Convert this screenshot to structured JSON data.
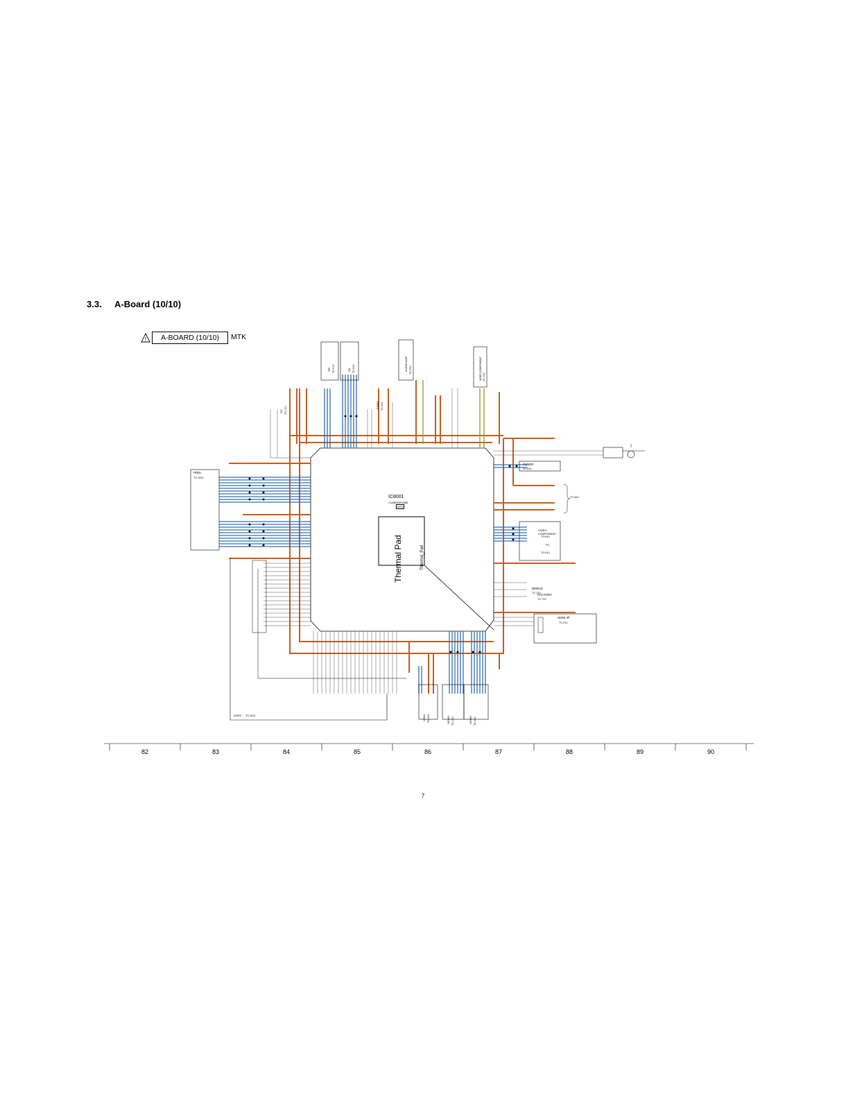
{
  "section": {
    "number": "3.3.",
    "title": "A-Board (10/10)"
  },
  "header": {
    "board_label": "A-BOARD (10/10)",
    "vendor": "MTK"
  },
  "chip": {
    "ref": "IC8001",
    "part": "C1AB00003486",
    "tag": "MTK"
  },
  "thermal_pad": {
    "label": "Thermal Pad",
    "side_label": "Thermal_Pad"
  },
  "blocks": {
    "pdeL": {
      "name": "PDEL",
      "to": "TO 5/10"
    },
    "ddr3": {
      "name": "DDR3",
      "to": "TO 8/14"
    },
    "spi": {
      "name": "SPI",
      "to": "TO 1/10"
    },
    "sd": {
      "name": "SD",
      "to": "TO 6/10"
    },
    "audio_amp": {
      "name": "AUDIO AMP",
      "to": "TO 2/10"
    },
    "video_component_top": {
      "name": "VIDEO COMPONENT",
      "to": "TO 1/10"
    },
    "tuner": {
      "name": "TUNER",
      "to": "TO 8/14"
    },
    "video_component": {
      "name": "VIDEO COMPONENT",
      "to": "TO 6/10"
    },
    "pc": {
      "name": "PC",
      "to": "TO 6/10"
    },
    "hdmi_if": {
      "name": "HDMI I/F",
      "to": "TO 2/10"
    },
    "usb1": {
      "name": "USB1",
      "to": "TO 4/10"
    },
    "hdmi1": {
      "name": "HDMI1",
      "to": "TO 1/10"
    },
    "hdmi2": {
      "name": "HDMI2",
      "to": "TO 2/10"
    },
    "debug": {
      "name": "DEBUG",
      "to": "TO 7/10"
    },
    "factory": {
      "name": "FACTORY",
      "to": "TO 7/10"
    },
    "emmc": {
      "name": "EMMC",
      "to": "TO 4/10"
    },
    "i2c": {
      "name": "I2C",
      "to": "TO 1/10"
    },
    "to_9_14": {
      "name": "",
      "to": "TO 9/14"
    }
  },
  "grid": [
    "82",
    "83",
    "84",
    "85",
    "86",
    "87",
    "88",
    "89",
    "90"
  ],
  "page_number": "7",
  "colors": {
    "power": "#c85a1a",
    "data_bus": "#2e6db3",
    "signal": "#8a9a1e",
    "wire": "#333333",
    "text": "#000000"
  }
}
